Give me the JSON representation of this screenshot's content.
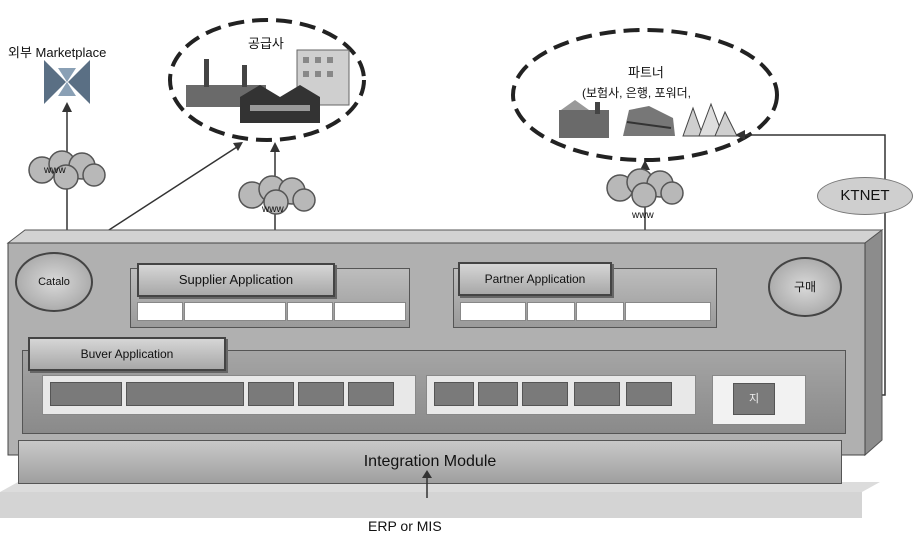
{
  "external": {
    "label": "외부  Marketplace",
    "www": "www"
  },
  "suppliers": {
    "label": "공급사",
    "www": "www"
  },
  "partners": {
    "label": "파트너",
    "sublabel": "(보험사, 은행, 포워더,",
    "www": "www"
  },
  "ktnet": {
    "label": "KTNET"
  },
  "platform": {
    "catalog": "Catalo",
    "supplier_app": "Supplier Application",
    "partner_app": "Partner Application",
    "purchase": "구매",
    "buyer_app": "Buver Application",
    "buyer_box": "지",
    "integration": "Integration Module",
    "erp": "ERP or MIS"
  }
}
